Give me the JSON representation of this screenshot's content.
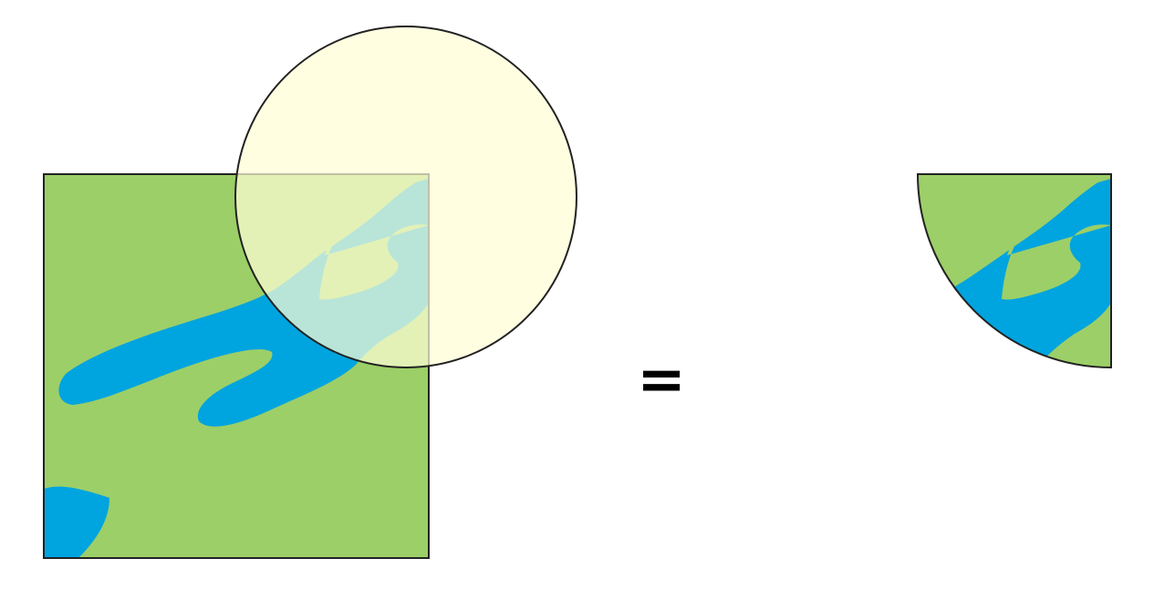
{
  "operator": "=",
  "colors": {
    "land": "#9ccf68",
    "water": "#00a4df",
    "buffer_fill": "#fffed6",
    "stroke": "#222222",
    "background": "#ffffff"
  },
  "layers": {
    "input": "map-square",
    "clip": "circle",
    "output": "clipped-quarter"
  },
  "buffer_opacity": 0.72
}
